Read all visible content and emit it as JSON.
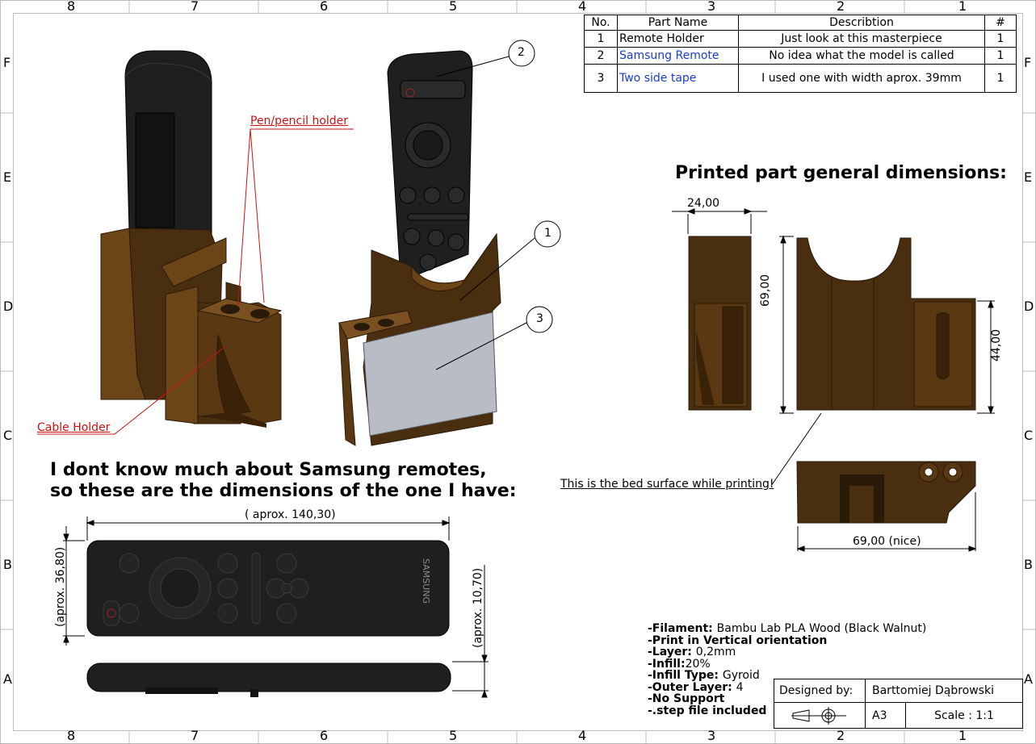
{
  "zones": {
    "columns": [
      "8",
      "7",
      "6",
      "5",
      "4",
      "3",
      "2",
      "1"
    ],
    "rows": [
      "F",
      "E",
      "D",
      "C",
      "B",
      "A"
    ]
  },
  "bom": {
    "headers": {
      "no": "No.",
      "part": "Part Name",
      "desc": "Describtion",
      "qty": "#"
    },
    "rows": [
      {
        "no": "1",
        "part": "Remote Holder",
        "desc": "Just look at this masterpiece",
        "qty": "1"
      },
      {
        "no": "2",
        "part": "Samsung Remote",
        "desc": "No idea what the model is called",
        "qty": "1"
      },
      {
        "no": "3",
        "part": "Two side tape",
        "desc": "I used one with width aprox. 39mm",
        "qty": "1"
      }
    ]
  },
  "callouts": {
    "pen_holder": "Pen/pencil holder",
    "cable_holder": "Cable Holder",
    "balloon_1": "1",
    "balloon_2": "2",
    "balloon_3": "3"
  },
  "dimensions_section": {
    "heading": "Printed part general dimensions:",
    "width_side": "24,00",
    "height_total": "69,00",
    "height_pen": "44,00",
    "length_bottom": "69,00 (nice)",
    "bed_note": "This is the bed surface while printing!"
  },
  "remote_section": {
    "heading_line1": "I dont know much about Samsung remotes,",
    "heading_line2": "so these are the dimensions of the one I have:",
    "length": "( aprox. 140,30)",
    "width": "(aprox. 36,80)",
    "thickness": "(aprox. 10,70)",
    "brand": "SAMSUNG"
  },
  "specs": [
    {
      "label": "-Filament: ",
      "value": "Bambu Lab PLA Wood (Black Walnut)"
    },
    {
      "label": "-Print in Vertical orientation",
      "value": ""
    },
    {
      "label": "-Layer: ",
      "value": "0,2mm"
    },
    {
      "label": "-Infill:",
      "value": "20%"
    },
    {
      "label": "-Infill Type: ",
      "value": "Gyroid"
    },
    {
      "label": "-Outer Layer: ",
      "value": "4"
    },
    {
      "label": "-No Support",
      "value": ""
    },
    {
      "label": "-.step file included",
      "value": ""
    }
  ],
  "title_block": {
    "designed_by_label": "Designed by:",
    "designer": "Barttomiej Dąbrowski",
    "size": "A3",
    "scale": "Scale : 1:1"
  },
  "colors": {
    "wood": "#4a2e10",
    "wood_light": "#6b4418",
    "remote": "#1f1f1f",
    "tape": "#b8bcc4",
    "callout_red": "#cc1111",
    "link_blue": "#1a3ccc"
  }
}
